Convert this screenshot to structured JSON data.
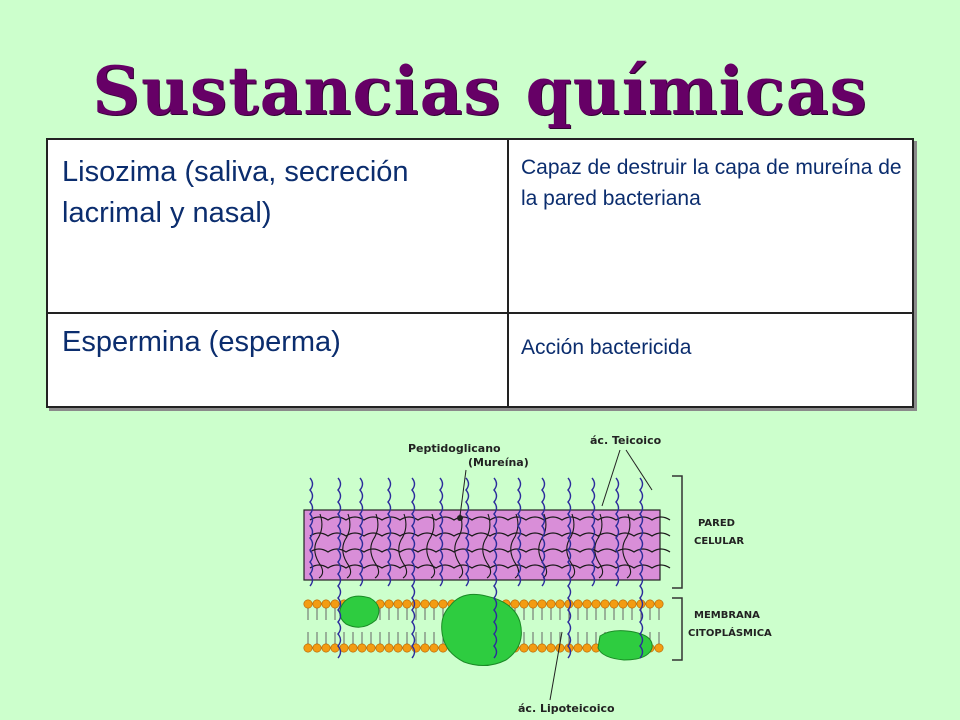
{
  "title": "Sustancias químicas",
  "table": {
    "rows": [
      {
        "substance": "Lisozima (saliva, secreción lacrimal y nasal)",
        "action": "Capaz de destruir la capa de mureína de la pared bacteriana"
      },
      {
        "substance": "Espermina (esperma)",
        "action": "Acción bactericida"
      }
    ]
  },
  "diagram": {
    "labels": {
      "peptidoglycan": "Peptidoglicano",
      "murein": "(Mureína)",
      "teichoic": "ác. Teicoico",
      "cell_wall_1": "PARED",
      "cell_wall_2": "CELULAR",
      "membrane_1": "MEMBRANA",
      "membrane_2": "CITOPLÁSMICA",
      "lipoteichoic": "ác. Lipoteicoico"
    },
    "colors": {
      "wall": "#d98ed8",
      "lipid_head": "#f39c12",
      "protein": "#2ecc40",
      "chain": "#2c2c9c",
      "mesh": "#1a1a1a"
    }
  }
}
